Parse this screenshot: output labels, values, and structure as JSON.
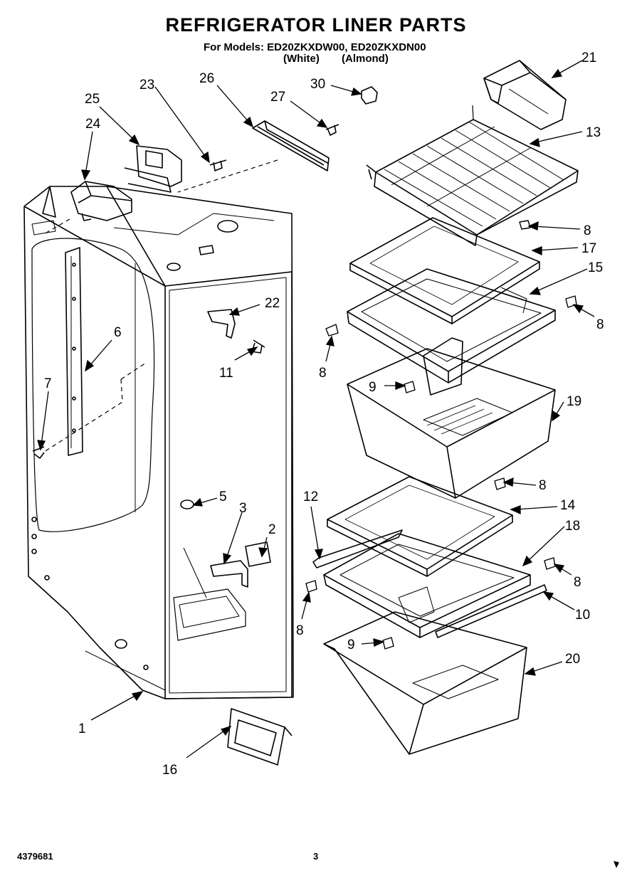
{
  "header": {
    "title": "REFRIGERATOR LINER PARTS",
    "models_line": "For Models: ED20ZKXDW00, ED20ZKXDN00",
    "variant_white": "(White)",
    "variant_almond": "(Almond)"
  },
  "callouts": [
    "1",
    "2",
    "3",
    "5",
    "6",
    "7",
    "8",
    "8",
    "8",
    "8",
    "8",
    "8",
    "9",
    "9",
    "10",
    "11",
    "12",
    "13",
    "14",
    "15",
    "16",
    "17",
    "18",
    "19",
    "20",
    "21",
    "22",
    "23",
    "24",
    "25",
    "26",
    "27",
    "30"
  ],
  "footer": {
    "document_number": "4379681",
    "page_number": "3"
  }
}
